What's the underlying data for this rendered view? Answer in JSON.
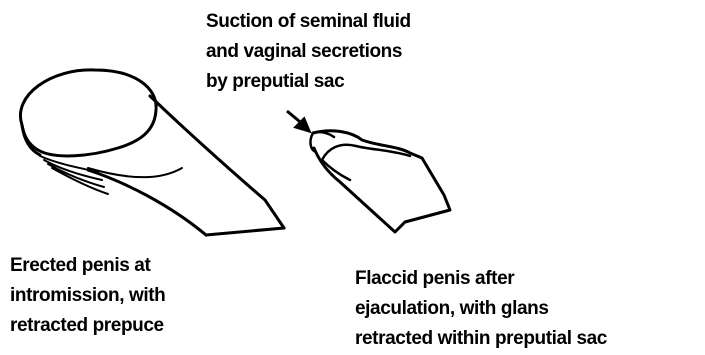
{
  "suction_label": {
    "lines": [
      "Suction of seminal fluid",
      "and vaginal secretions",
      "by preputial sac"
    ]
  },
  "erected_label": {
    "lines": [
      "Erected penis at",
      "intromission, with",
      "retracted prepuce"
    ]
  },
  "flaccid_label": {
    "lines": [
      "Flaccid penis after",
      "ejaculation, with glans",
      "retracted within preputial sac"
    ]
  },
  "colors": {
    "line": "#000000",
    "background": "#ffffff"
  }
}
